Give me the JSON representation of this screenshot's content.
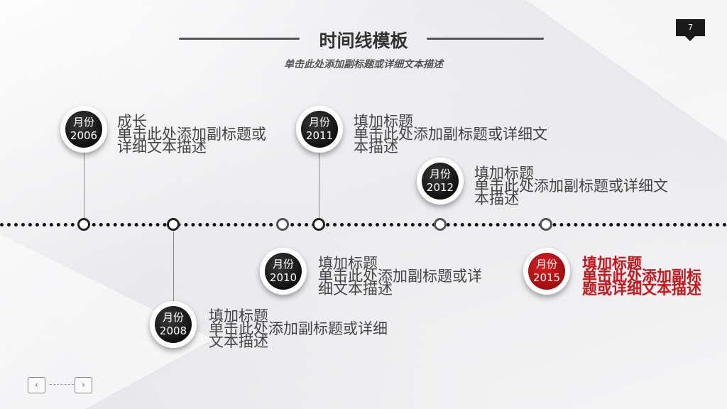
{
  "page_number": "7",
  "title": "时间线模板",
  "subtitle": "单击此处添加副标题或详细文本描述",
  "items": [
    {
      "month": "月份",
      "year": "2006",
      "heading": "成长",
      "desc": "单击此处添加副标题或详细文本描述"
    },
    {
      "month": "月份",
      "year": "2008",
      "heading": "填加标题",
      "desc": "单击此处添加副标题或详细文本描述"
    },
    {
      "month": "月份",
      "year": "2010",
      "heading": "填加标题",
      "desc": "单击此处添加副标题或详细文本描述"
    },
    {
      "month": "月份",
      "year": "2011",
      "heading": "填加标题",
      "desc": "单击此处添加副标题或详细文本描述"
    },
    {
      "month": "月份",
      "year": "2012",
      "heading": "填加标题",
      "desc": "单击此处添加副标题或详细文本描述"
    },
    {
      "month": "月份",
      "year": "2015",
      "heading": "填加标题",
      "desc": "单击此处添加副标题或详细文本描述"
    }
  ],
  "nav": {
    "prev_icon": "chevron-left-icon",
    "next_icon": "chevron-right-icon",
    "prev_glyph": "‹",
    "next_glyph": "›"
  },
  "colors": {
    "accent": "#c8161a",
    "dark": "#1a1a1a",
    "text": "#444444"
  }
}
